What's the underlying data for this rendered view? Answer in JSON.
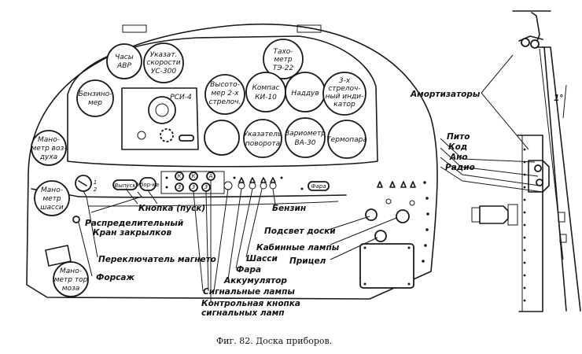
{
  "caption": "Фиг. 82. Доска приборов.",
  "angle_label": "1°",
  "gauges": {
    "clock": [
      "Часы",
      "АВР"
    ],
    "airspeed": [
      "Указат.",
      "скорости",
      "УС-300"
    ],
    "tachometer": [
      "Тахо-",
      "метр",
      "ТЭ-22"
    ],
    "fuel": [
      "Бензино-",
      "мер"
    ],
    "rsi": "РСИ-4",
    "altimeter": [
      "Высото-",
      "мер 2-х",
      "стрелоч."
    ],
    "compass": [
      "Компас",
      "КИ-10"
    ],
    "boost": [
      "Наддув"
    ],
    "three_needle": [
      "3-х",
      "стрелоч-",
      "ный инди-",
      "катор"
    ],
    "turn": [
      "Указатель",
      "поворота"
    ],
    "vario": [
      "Вариометр",
      "ВА-30"
    ],
    "thermo": [
      "Термопара"
    ],
    "air_pressure": [
      "Мано-",
      "метр воз-",
      "духа"
    ],
    "chassis_pressure": [
      "Мано-",
      "метр",
      "шасси"
    ],
    "brake_pressure": [
      "Мано-",
      "метр тор",
      "моза"
    ]
  },
  "panel_marks": {
    "vypusk": "Выпуск",
    "ubor": "Убор-ка",
    "sound": "Фара",
    "small_a": "А",
    "small_k": "К",
    "small_3": "3",
    "num_1": "1",
    "num_2": "2"
  },
  "labels": {
    "knopka_pusk": "Кнопка (пуск)",
    "raspred": "Распределительный",
    "kran": "Кран закрылков",
    "perekl": "Переключатель магнето",
    "forsazh": "Форсаж",
    "benzin": "Бензин",
    "podsvet": "Подсвет доски",
    "kabinnye": "Кабинные лампы",
    "pricel": "Прицел",
    "shassi": "Шасси",
    "fara": "Фара",
    "akkum": "Аккумулятор",
    "signal": "Сигнальные лампы",
    "kontrol1": "Контрольная кнопка",
    "kontrol2": "сигнальных ламп",
    "amort": "Амортизаторы",
    "pito": "Пито",
    "kod": "Код",
    "ano": "Ано",
    "radio": "Радио"
  }
}
